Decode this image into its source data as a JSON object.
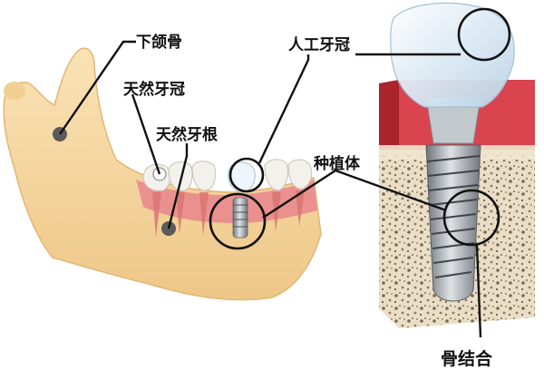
{
  "labels": {
    "mandible": "下颌骨",
    "natural_crown": "天然牙冠",
    "natural_root": "天然牙根",
    "artificial_crown": "人工牙冠",
    "implant": "种植体",
    "osseointegration": "骨结合"
  },
  "colors": {
    "bone": "#f6d9a2",
    "bone_shade": "#e6bb76",
    "gum": "#e8616a",
    "gum_dark": "#b7333b",
    "crown": "#d7e8f4",
    "metal": "#9aa2aa",
    "spongy_bone": "#e7dcc4",
    "dot": "#555555"
  }
}
